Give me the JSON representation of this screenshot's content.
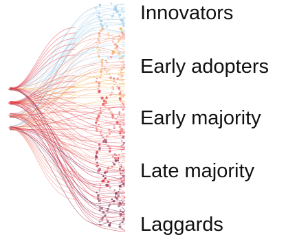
{
  "stages": [
    {
      "label": "Innovators",
      "color": "#8fcfe8"
    },
    {
      "label": "Early adopters",
      "color": "#f2a86a"
    },
    {
      "label": "Early majority",
      "color": "#ef6a6a"
    },
    {
      "label": "Late majority",
      "color": "#d84a5a"
    },
    {
      "label": "Laggards",
      "color": "#7a5a86"
    }
  ],
  "palette": {
    "cool": "#9ccbe6",
    "warm": "#f08a7a",
    "hot": "#e23a4a",
    "deep": "#8a3a5a",
    "amber": "#f3b45a"
  }
}
